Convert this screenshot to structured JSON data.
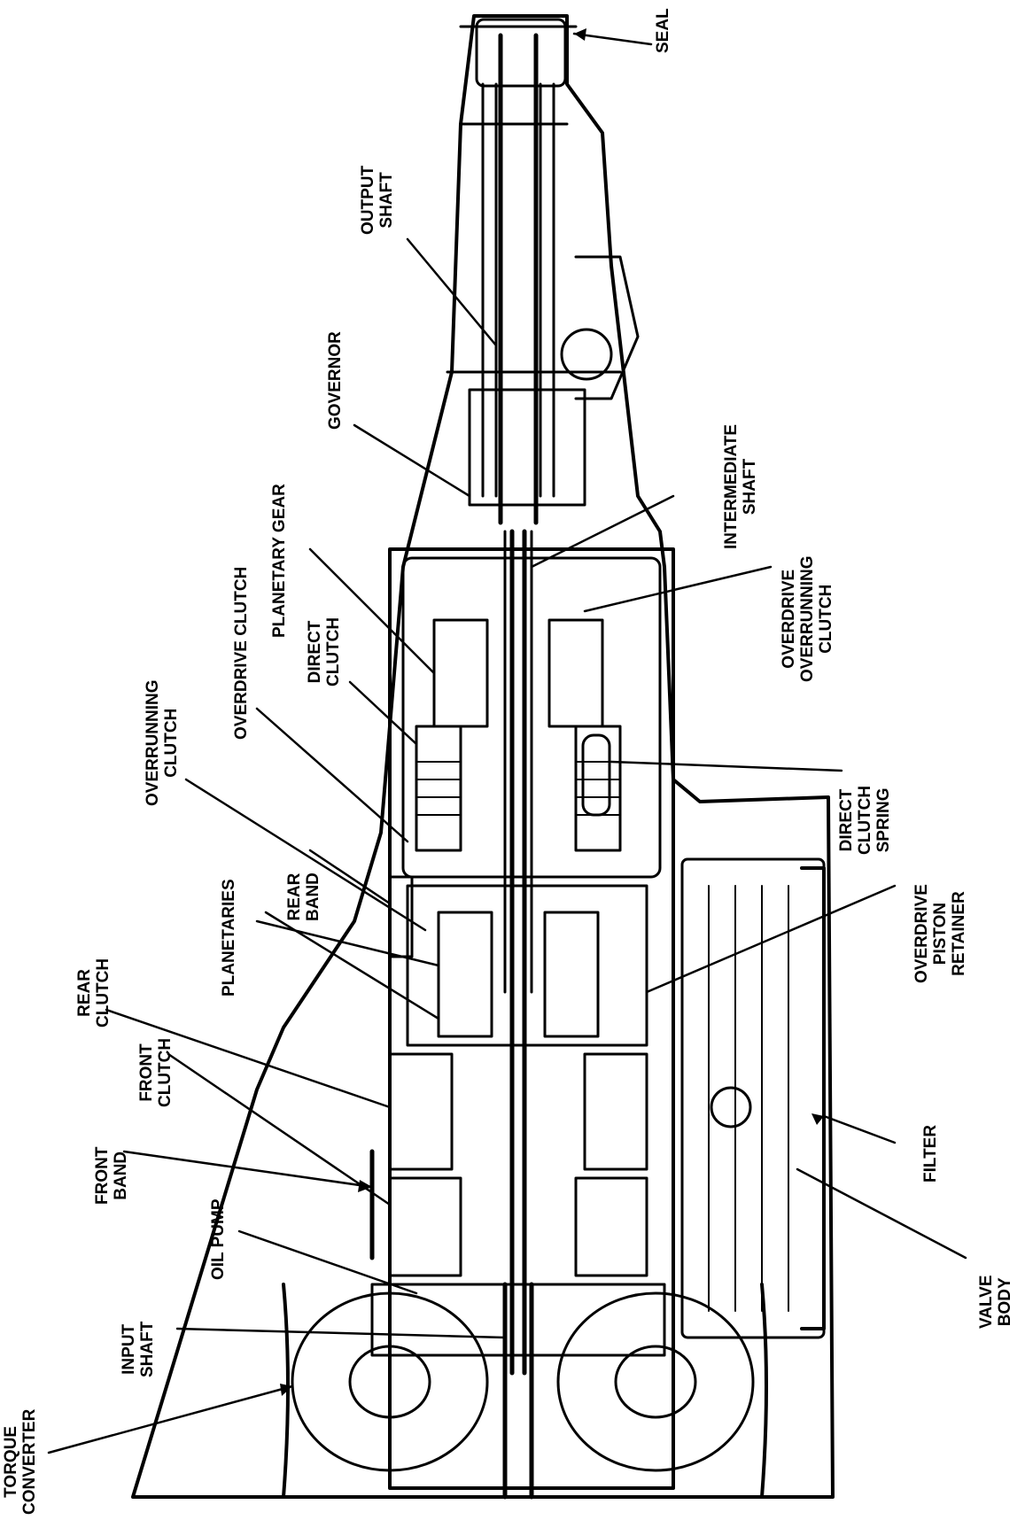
{
  "diagram": {
    "labels": {
      "seal": "SEAL",
      "output_shaft": "OUTPUT\nSHAFT",
      "governor": "GOVERNOR",
      "planetary_gear": "PLANETARY GEAR",
      "intermediate_shaft": "INTERMEDIATE\nSHAFT",
      "direct_clutch": "DIRECT\nCLUTCH",
      "overdrive_clutch": "OVERDRIVE CLUTCH",
      "overdrive_overrunning_clutch": "OVERDRIVE\nOVERRUNNING\nCLUTCH",
      "overrunning_clutch": "OVERRUNNING\nCLUTCH",
      "direct_clutch_spring": "DIRECT\nCLUTCH\nSPRING",
      "rear_band": "REAR\nBAND",
      "planetaries": "PLANETARIES",
      "overdrive_piston_retainer": "OVERDRIVE\nPISTON\nRETAINER",
      "rear_clutch": "REAR\nCLUTCH",
      "front_clutch": "FRONT\nCLUTCH",
      "front_band": "FRONT\nBAND",
      "filter": "FILTER",
      "oil_pump": "OIL PUMP",
      "valve_body": "VALVE\nBODY",
      "input_shaft": "INPUT\nSHAFT",
      "torque_converter": "TORQUE\nCONVERTER"
    },
    "colors": {
      "ink": "#000000",
      "paper": "#ffffff"
    }
  }
}
